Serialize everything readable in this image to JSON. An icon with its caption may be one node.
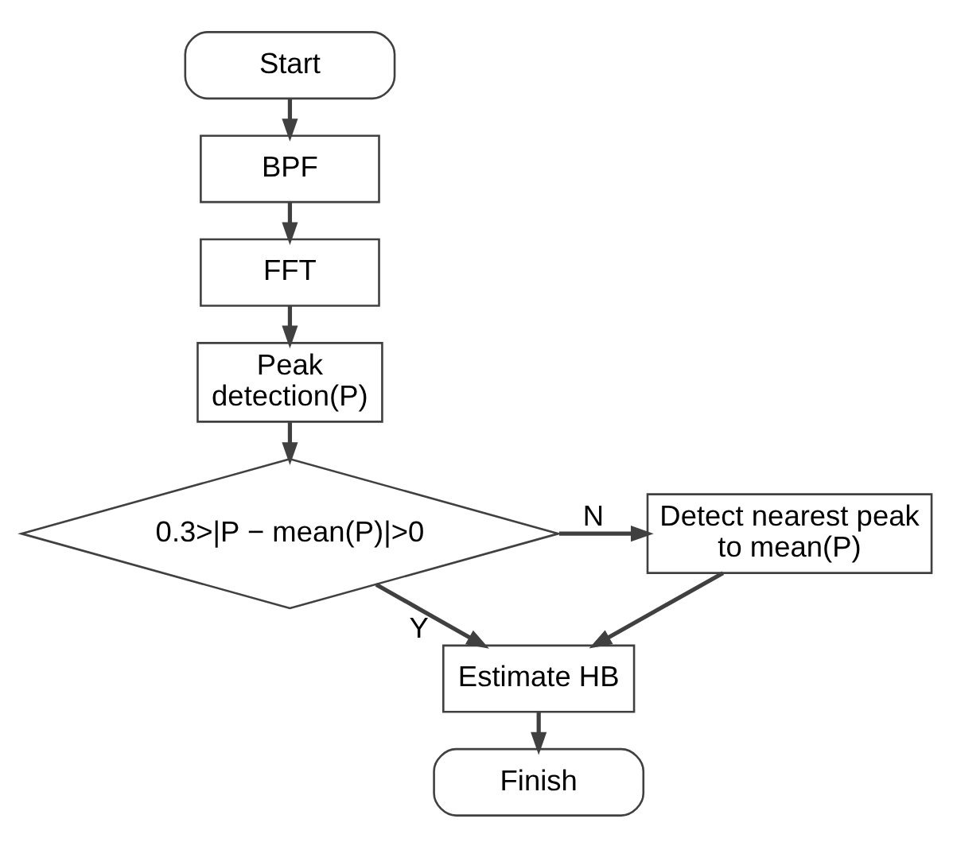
{
  "diagram": {
    "nodes": [
      {
        "text": [
          "Start"
        ]
      },
      {
        "text": [
          "BPF"
        ]
      },
      {
        "text": [
          "FFT"
        ]
      },
      {
        "text": [
          "Peak detection(P)"
        ]
      },
      {
        "text": [
          "0.3>|P − mean(P)|>0"
        ]
      },
      {
        "text": [
          "Detect nearest peak to mean(P)"
        ]
      },
      {
        "text": [
          "Estimate HB"
        ]
      },
      {
        "text": [
          "Finish"
        ]
      }
    ],
    "edges": [
      {
        "from": 0,
        "to": 1,
        "arrow": "to"
      },
      {
        "from": 1,
        "to": 2,
        "arrow": "to"
      },
      {
        "from": 2,
        "to": 3,
        "arrow": "to"
      },
      {
        "from": 3,
        "to": 4,
        "arrow": "to"
      },
      {
        "from": 4,
        "to": 5,
        "arrow": "to",
        "label": "N"
      },
      {
        "from": 4,
        "to": 6,
        "arrow": "to",
        "label": "Y"
      },
      {
        "from": 5,
        "to": 6,
        "arrow": "to"
      },
      {
        "from": 6,
        "to": 7,
        "arrow": "to"
      }
    ]
  }
}
